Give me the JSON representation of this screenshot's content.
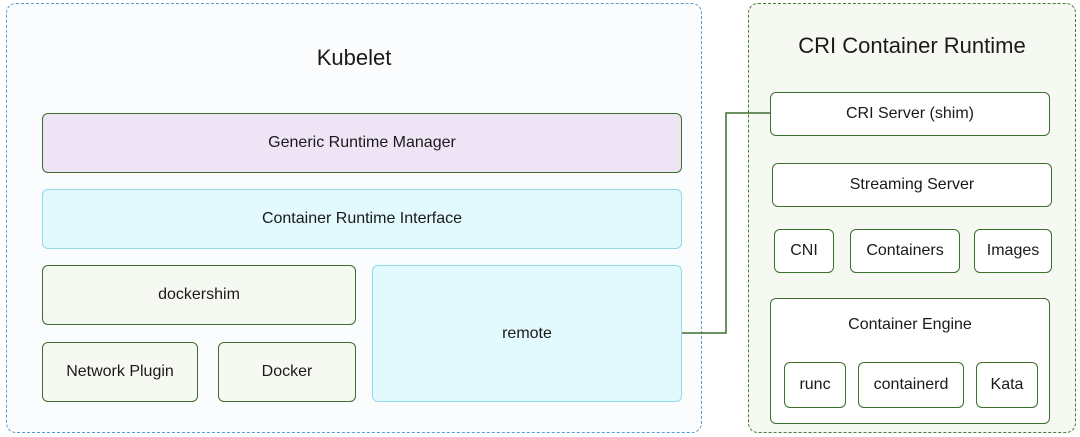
{
  "kubelet": {
    "title": "Kubelet",
    "generic_runtime_manager": "Generic Runtime Manager",
    "container_runtime_interface": "Container Runtime Interface",
    "dockershim": "dockershim",
    "network_plugin": "Network Plugin",
    "docker": "Docker",
    "remote": "remote"
  },
  "cri_runtime": {
    "title": "CRI Container Runtime",
    "cri_server": "CRI Server (shim)",
    "streaming_server": "Streaming Server",
    "cni": "CNI",
    "containers": "Containers",
    "images": "Images",
    "container_engine": {
      "title": "Container Engine",
      "runc": "runc",
      "containerd": "containerd",
      "kata": "Kata"
    }
  },
  "colors": {
    "kubelet_border": "#5b9bd5",
    "cri_border": "#4a7a3a",
    "box_border": "#3c6e2e",
    "purple_fill": "#efe4f6",
    "cyan_fill": "#e2fafd",
    "connector": "#3c6e2e"
  }
}
